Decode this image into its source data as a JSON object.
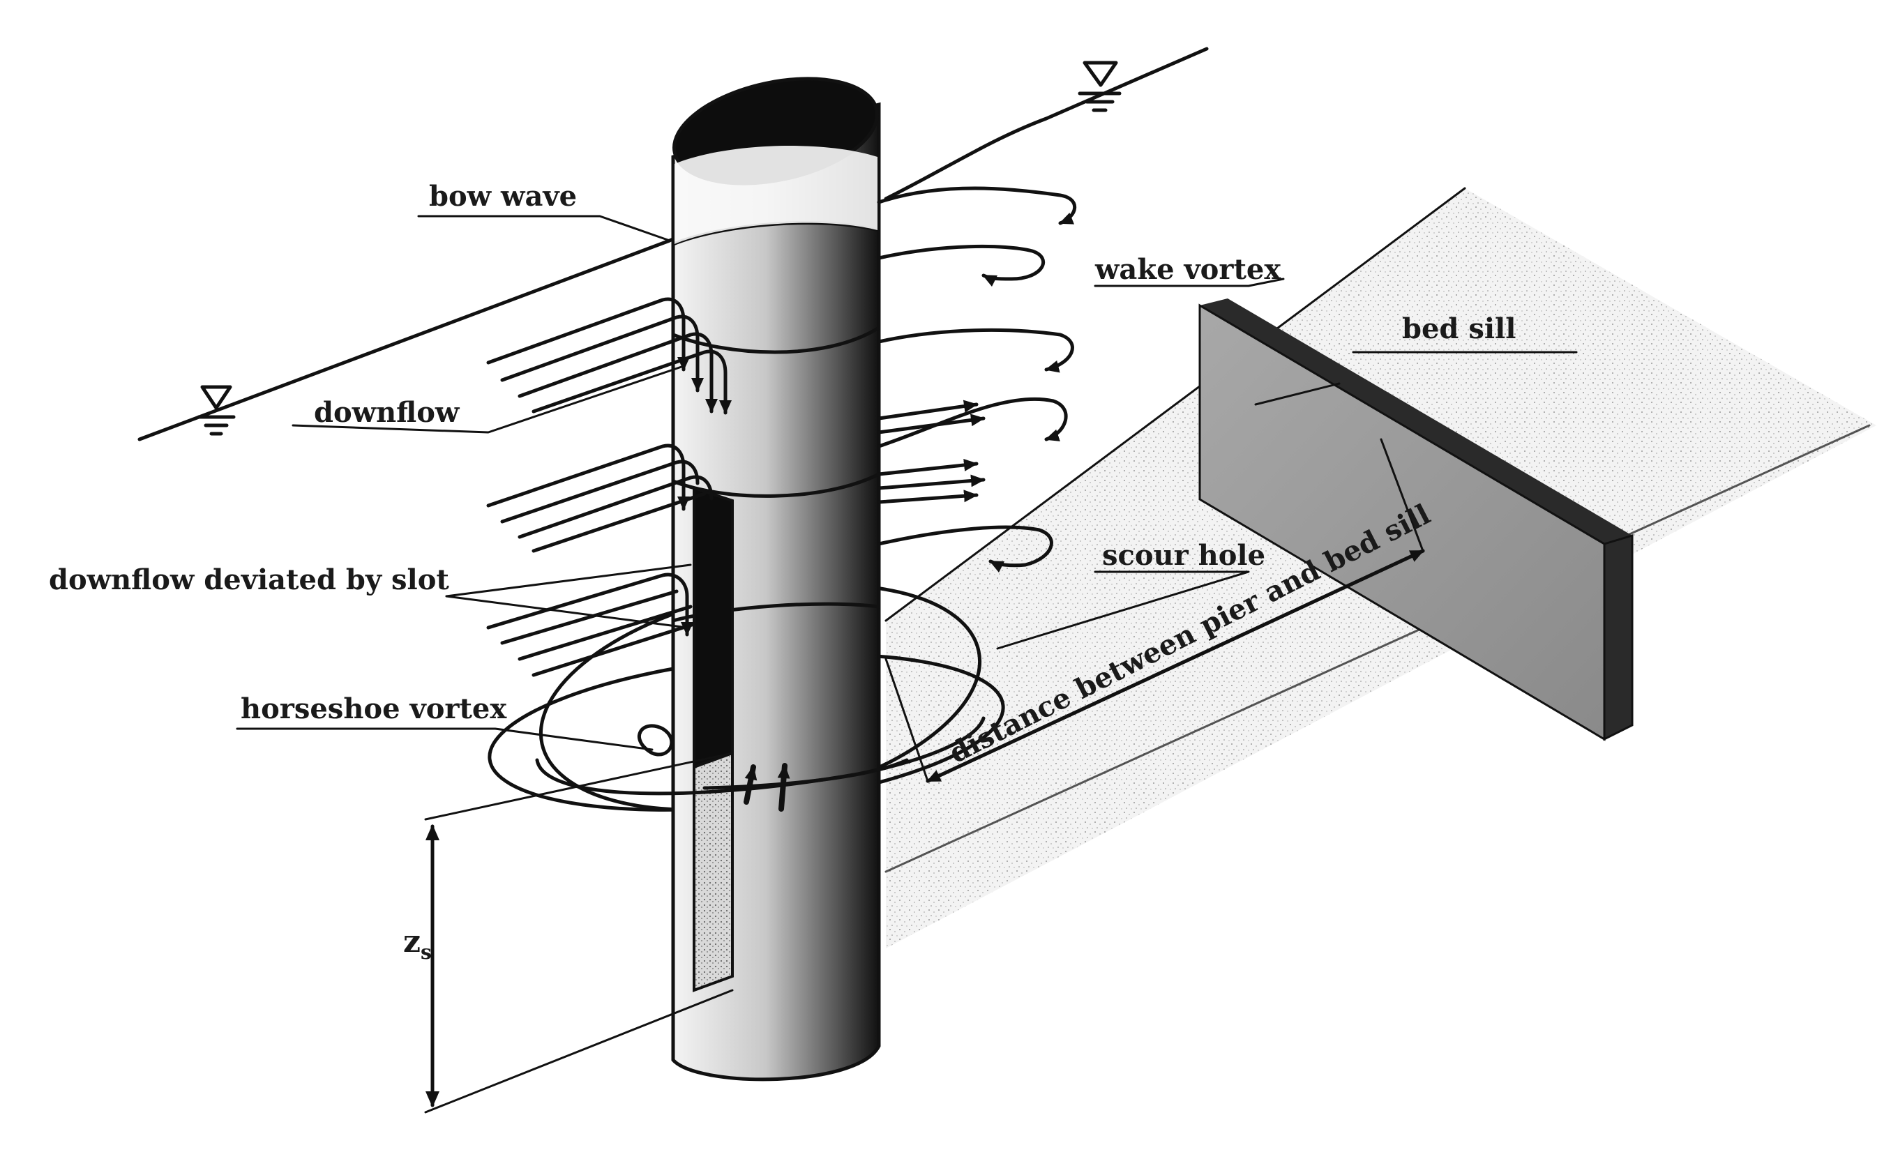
{
  "labels": {
    "bow_wave": "bow wave",
    "downflow": "downflow",
    "downflow_slot": "downflow deviated by slot",
    "horseshoe": "horseshoe vortex",
    "wake": "wake vortex",
    "bed_sill": "bed sill",
    "scour_hole": "scour hole",
    "distance": "distance between pier and bed sill",
    "zs_main": "z",
    "zs_sub": "s"
  },
  "colors": {
    "ink": "#111111",
    "pier_light": "#f2f2f2",
    "pier_dark": "#1a1a1a",
    "sill_face": "#a0a0a0",
    "sill_top": "#2a2a2a",
    "sediment": "#d8d8d8"
  }
}
